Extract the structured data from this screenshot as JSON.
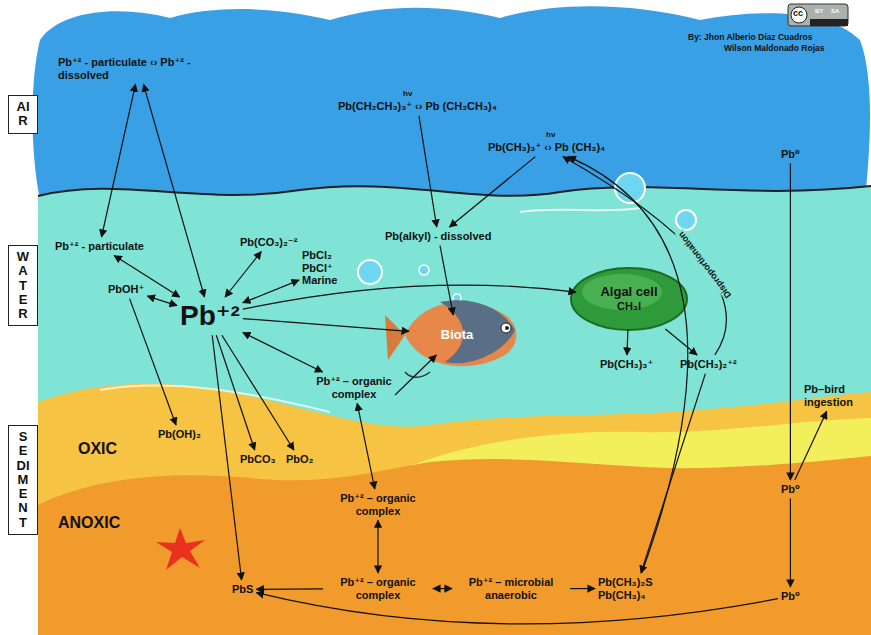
{
  "diagram": {
    "nodes": [
      {
        "text": [
          "AIR"
        ]
      },
      {
        "text": [
          "Pb⁺² - particulate ‹› Pb⁺² - dissolved"
        ]
      },
      {
        "text": [
          "Pb(CH₂CH₃)₃⁺ ‹› Pb (CH₂CH₃)₄"
        ]
      },
      {
        "text": [
          "Pb(CH₃)₃⁺ ‹› Pb (CH₃)₄"
        ]
      },
      {
        "text": [
          "Pb⁰"
        ]
      },
      {
        "text": [
          "WATER"
        ]
      },
      {
        "text": [
          "Pb⁺² - particulate"
        ]
      },
      {
        "text": [
          "Pb(CO₃)₂⁻²"
        ]
      },
      {
        "text": [
          "PbCl₂ PbCl⁺ Marine"
        ]
      },
      {
        "text": [
          "Pb(alkyl) - dissolved"
        ]
      },
      {
        "text": [
          "PbOH⁺"
        ]
      },
      {
        "text": [
          "Pb⁺²"
        ]
      },
      {
        "text": [
          "Algal cell",
          "CH₃I"
        ]
      },
      {
        "text": [
          "Biota"
        ]
      },
      {
        "text": [
          "Pb(CH₃)₃⁺"
        ]
      },
      {
        "text": [
          "Pb(CH₃)₂⁺²"
        ]
      },
      {
        "text": [
          "Pb⁺² – organic complex"
        ]
      },
      {
        "text": [
          "Pb–bird ingestion"
        ]
      },
      {
        "text": [
          "SEDIMENT"
        ]
      },
      {
        "text": [
          "Pb(OH)₂"
        ]
      },
      {
        "text": [
          "PbCO₃"
        ]
      },
      {
        "text": [
          "PbO₂"
        ]
      },
      {
        "text": [
          "Pb⁰"
        ]
      },
      {
        "text": [
          "Pb⁺² – organic complex"
        ]
      },
      {
        "text": [
          "PbS"
        ]
      },
      {
        "text": [
          "Pb⁺² – organic complex"
        ]
      },
      {
        "text": [
          "Pb⁺² – microbial anaerobic"
        ]
      },
      {
        "text": [
          "Pb(CH₃)₂S Pb(CH₃)₄"
        ]
      },
      {
        "text": [
          "Pb⁰"
        ]
      }
    ],
    "edges": [
      {
        "from": 1,
        "to": 6,
        "arrow": "both"
      },
      {
        "from": 1,
        "to": 11,
        "arrow": "both"
      },
      {
        "from": 2,
        "to": 9,
        "arrow": "to"
      },
      {
        "from": 3,
        "to": 9,
        "arrow": "to"
      },
      {
        "from": 9,
        "to": 13,
        "arrow": "to"
      },
      {
        "from": 7,
        "to": 11,
        "arrow": "both"
      },
      {
        "from": 8,
        "to": 11,
        "arrow": "both"
      },
      {
        "from": 10,
        "to": 11,
        "arrow": "both"
      },
      {
        "from": 6,
        "to": 11,
        "arrow": "both"
      },
      {
        "from": 11,
        "to": 16,
        "arrow": "both"
      },
      {
        "from": 11,
        "to": 13,
        "arrow": "to"
      },
      {
        "from": 11,
        "to": 12,
        "arrow": "to"
      },
      {
        "from": 12,
        "to": 14,
        "arrow": "to"
      },
      {
        "from": 12,
        "to": 15,
        "arrow": "to"
      },
      {
        "from": 15,
        "to": 3,
        "label": "Disproportionation",
        "arrow": "to"
      },
      {
        "from": 10,
        "to": 19,
        "arrow": "to"
      },
      {
        "from": 11,
        "to": 20,
        "arrow": "to"
      },
      {
        "from": 11,
        "to": 21,
        "arrow": "to"
      },
      {
        "from": 11,
        "to": 24,
        "arrow": "to"
      },
      {
        "from": 16,
        "to": 23,
        "arrow": "both"
      },
      {
        "from": 23,
        "to": 25,
        "arrow": "both"
      },
      {
        "from": 25,
        "to": 26,
        "arrow": "both"
      },
      {
        "from": 26,
        "to": 27,
        "arrow": "to"
      },
      {
        "from": 25,
        "to": 24,
        "arrow": "to"
      },
      {
        "from": 15,
        "to": 27,
        "arrow": "to"
      },
      {
        "from": 27,
        "to": 3,
        "arrow": "to"
      },
      {
        "from": 4,
        "to": 22,
        "arrow": "to"
      },
      {
        "from": 22,
        "to": 28,
        "arrow": "to"
      },
      {
        "from": 22,
        "to": 17,
        "arrow": "to"
      },
      {
        "from": 28,
        "to": 24,
        "arrow": "to"
      },
      {
        "from": 16,
        "to": 13,
        "arrow": "to"
      }
    ],
    "labels": [
      "hν",
      "hν",
      "OXIC",
      "ANOXIC",
      "By: Jhon Alberio Díaz Cuadros",
      "Wilson Maldonado Rojas",
      "cc",
      "BY",
      "SA"
    ]
  }
}
